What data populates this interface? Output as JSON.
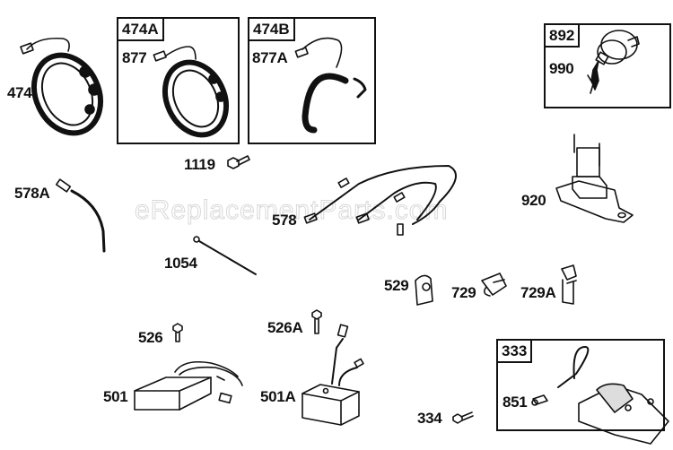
{
  "watermark": "eReplacementParts.com",
  "frames": [
    {
      "id": "474A",
      "tag": "474A"
    },
    {
      "id": "474B",
      "tag": "474B"
    },
    {
      "id": "892",
      "tag": "892"
    },
    {
      "id": "333",
      "tag": "333"
    }
  ],
  "parts": [
    {
      "ref": "474",
      "label": "474",
      "name": "alternator-stator"
    },
    {
      "ref": "474A",
      "label": "877",
      "name": "stator-assembly"
    },
    {
      "ref": "474B",
      "label": "877A",
      "name": "stator-assembly-half"
    },
    {
      "ref": "892",
      "label": "990",
      "name": "ignition-switch-with-keys"
    },
    {
      "ref": "1119",
      "label": "1119",
      "name": "screw"
    },
    {
      "ref": "578A",
      "label": "578A",
      "name": "ground-wire"
    },
    {
      "ref": "578",
      "label": "578",
      "name": "wiring-harness"
    },
    {
      "ref": "920",
      "label": "920",
      "name": "starter-solenoid"
    },
    {
      "ref": "1054",
      "label": "1054",
      "name": "cable-tie"
    },
    {
      "ref": "529",
      "label": "529",
      "name": "clip"
    },
    {
      "ref": "729",
      "label": "729",
      "name": "clamp"
    },
    {
      "ref": "729A",
      "label": "729A",
      "name": "bracket-clip"
    },
    {
      "ref": "526",
      "label": "526",
      "name": "screw"
    },
    {
      "ref": "526A",
      "label": "526A",
      "name": "screw"
    },
    {
      "ref": "501",
      "label": "501",
      "name": "regulator-rectifier"
    },
    {
      "ref": "501A",
      "label": "501A",
      "name": "regulator-rectifier"
    },
    {
      "ref": "334",
      "label": "334",
      "name": "screw"
    },
    {
      "ref": "333",
      "label": "851",
      "name": "ignition-armature-with-terminal"
    }
  ]
}
